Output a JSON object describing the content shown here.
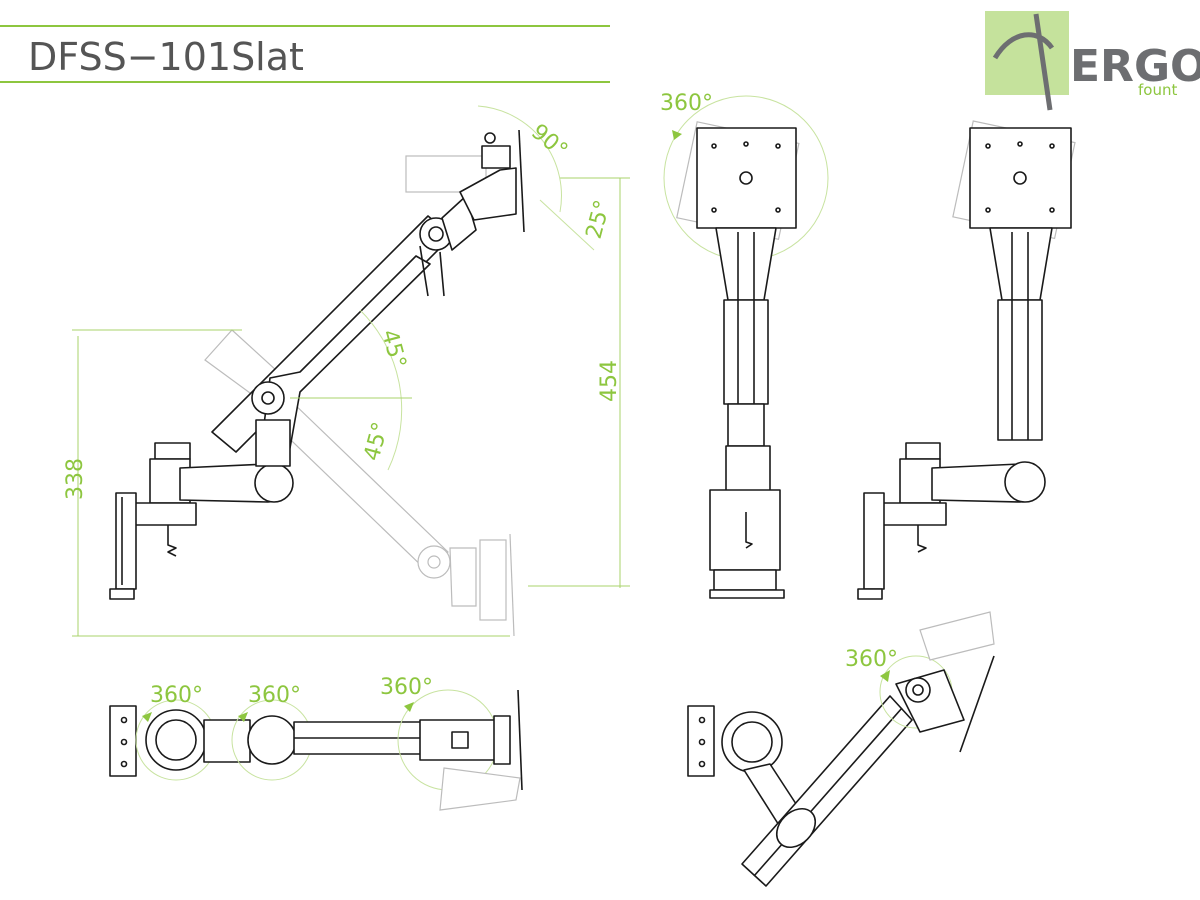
{
  "title": "DFSS−101Slat",
  "logo": {
    "main": "ERGO",
    "sub": "fount",
    "accent_color": "#8dc63f",
    "text_color": "#6d6e71"
  },
  "dimensions": {
    "side_width": "338",
    "side_height": "454",
    "tilt_up": "90°",
    "tilt_down": "25°",
    "arm_up": "45°",
    "arm_down": "45°"
  },
  "rotations": {
    "front_panel": "360°",
    "top_joint_1": "360°",
    "top_joint_2": "360°",
    "top_joint_3": "360°",
    "angled_head": "360°"
  },
  "colors": {
    "accent": "#8dc63f",
    "line": "#1a1a1a",
    "ghost": "#bcbcbc"
  }
}
